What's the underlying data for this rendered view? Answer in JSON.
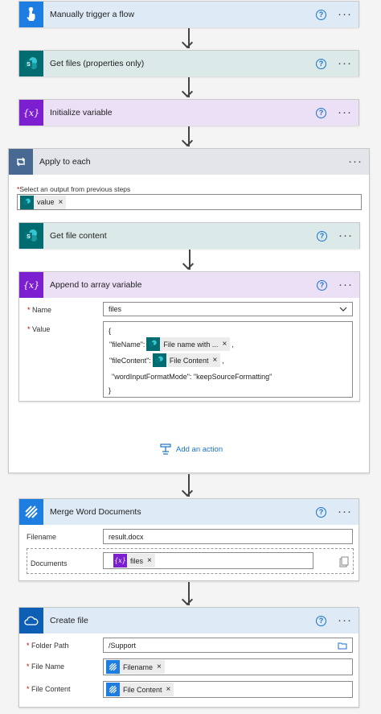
{
  "steps": {
    "trigger": {
      "title": "Manually trigger a flow"
    },
    "get_files": {
      "title": "Get files (properties only)"
    },
    "init_var": {
      "title": "Initialize variable"
    },
    "apply_each": {
      "title": "Apply to each",
      "select_label": "Select an output from previous steps",
      "token": "value"
    },
    "get_content": {
      "title": "Get file content"
    },
    "append": {
      "title": "Append to array variable",
      "name_label": "Name",
      "name_value": "files",
      "value_label": "Value",
      "open_brace": "{",
      "file_name_key": "\"fileName\":",
      "file_name_token": "File name with ...",
      "file_content_key": "\"fileContent\":",
      "file_content_token": "File Content",
      "comma": ",",
      "format_line": "\"wordInputFormatMode\": \"keepSourceFormatting\"",
      "close_brace": "}"
    },
    "add_action": "Add an action",
    "merge": {
      "title": "Merge Word Documents",
      "filename_label": "Filename",
      "filename_value": "result.docx",
      "documents_label": "Documents",
      "documents_token": "files"
    },
    "create": {
      "title": "Create file",
      "folder_label": "Folder Path",
      "folder_value": "/Support",
      "file_name_label": "File Name",
      "file_name_token": "Filename",
      "file_content_label": "File Content",
      "file_content_token": "File Content"
    }
  },
  "ui": {
    "help": "?",
    "more": "···",
    "remove": "×",
    "required": "*"
  },
  "colors": {
    "trigger_header": "#dfeaf7",
    "sharepoint_header": "#dbe9e8",
    "variable_header": "#ece0f7",
    "control_header": "#e3e5ea",
    "merge_header": "#dfeaf7",
    "onedrive_header": "#dfeaf7",
    "accent": "#1a73c9"
  }
}
